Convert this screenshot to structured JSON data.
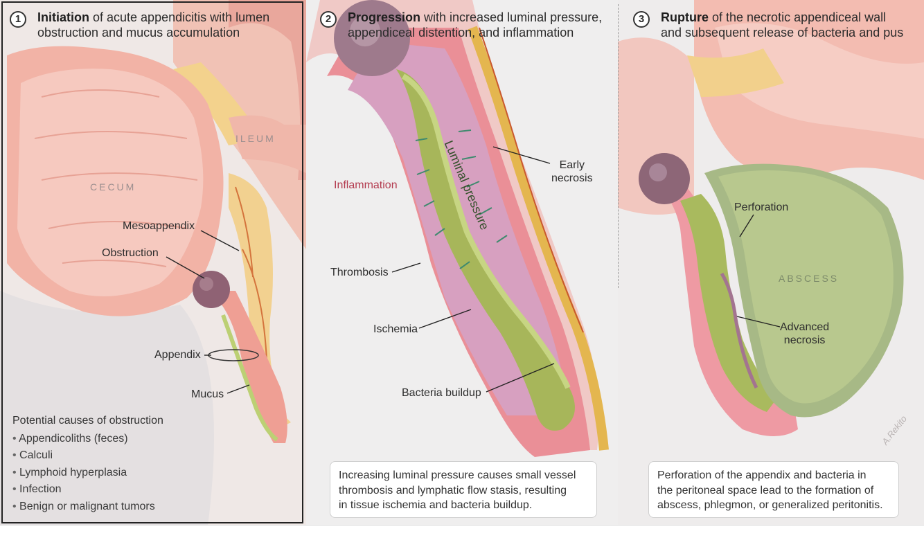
{
  "panels": [
    {
      "number": "1",
      "title_bold": "Initiation",
      "title_rest_line1": " of acute appendicitis with lumen",
      "title_line2": "obstruction and mucus accumulation",
      "organ_labels": {
        "cecum": "CECUM",
        "ileum": "ILEUM"
      },
      "labels": {
        "mesoappendix": "Mesoappendix",
        "obstruction": "Obstruction",
        "appendix": "Appendix",
        "mucus": "Mucus"
      },
      "causes": {
        "heading": "Potential causes of obstruction",
        "items": [
          "Appendicoliths (feces)",
          "Calculi",
          "Lymphoid hyperplasia",
          "Infection",
          "Benign or malignant tumors"
        ]
      }
    },
    {
      "number": "2",
      "title_bold": "Progression",
      "title_rest_line1": " with increased luminal pressure,",
      "title_line2": "appendiceal distention, and inflammation",
      "labels": {
        "luminal_pressure": "Luminal pressure",
        "inflammation": "Inflammation",
        "early_necrosis_1": "Early",
        "early_necrosis_2": "necrosis",
        "thrombosis": "Thrombosis",
        "ischemia": "Ischemia",
        "bacteria_buildup": "Bacteria buildup"
      },
      "note": [
        "Increasing luminal pressure causes small vessel",
        "thrombosis and lymphatic flow stasis, resulting",
        "in tissue ischemia and bacteria buildup."
      ]
    },
    {
      "number": "3",
      "title_bold": "Rupture",
      "title_rest_line1": " of the necrotic appendiceal wall",
      "title_line2": "and subsequent release of bacteria and pus",
      "labels": {
        "perforation": "Perforation",
        "abscess": "ABSCESS",
        "advanced_necrosis_1": "Advanced",
        "advanced_necrosis_2": "necrosis"
      },
      "note": [
        "Perforation of the appendix and bacteria in",
        "the peritoneal space lead to the formation of",
        "abscess, phlegmon, or generalized peritonitis."
      ],
      "signature": "A.Rekito"
    }
  ]
}
